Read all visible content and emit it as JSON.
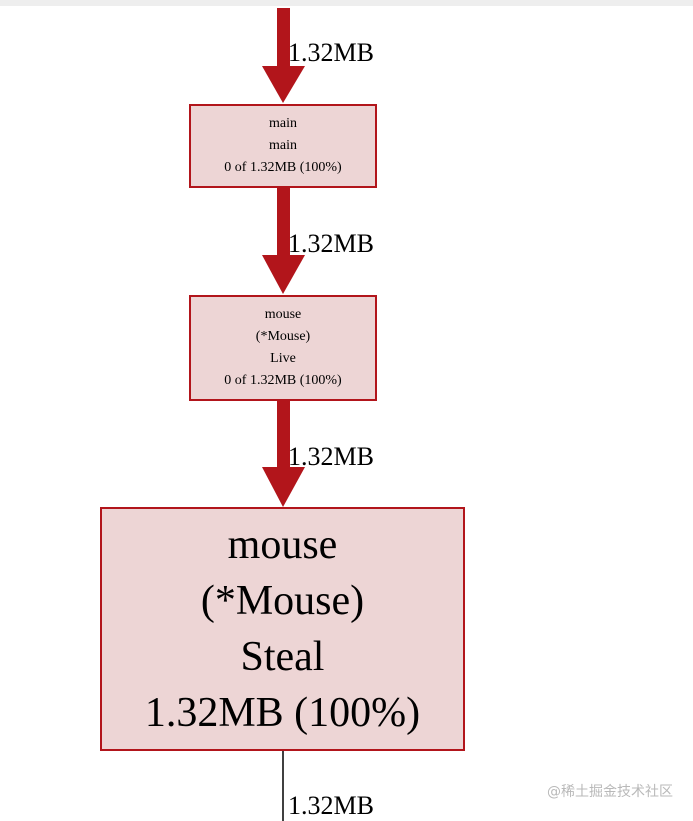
{
  "edges": [
    {
      "label": "1.32MB"
    },
    {
      "label": "1.32MB"
    },
    {
      "label": "1.32MB"
    },
    {
      "label": "1.32MB"
    }
  ],
  "nodes": {
    "main": {
      "lines": [
        "main",
        "main",
        "0 of 1.32MB (100%)"
      ]
    },
    "mouse_live": {
      "lines": [
        "mouse",
        "(*Mouse)",
        "Live",
        "0 of 1.32MB (100%)"
      ]
    },
    "mouse_steal": {
      "lines": [
        "mouse",
        "(*Mouse)",
        "Steal",
        "1.32MB (100%)"
      ]
    }
  },
  "colors": {
    "node_fill": "#edd5d5",
    "node_border": "#b2151b",
    "edge_heavy": "#b2151b",
    "edge_thin": "#000000"
  },
  "watermark": "@稀土掘金技术社区"
}
